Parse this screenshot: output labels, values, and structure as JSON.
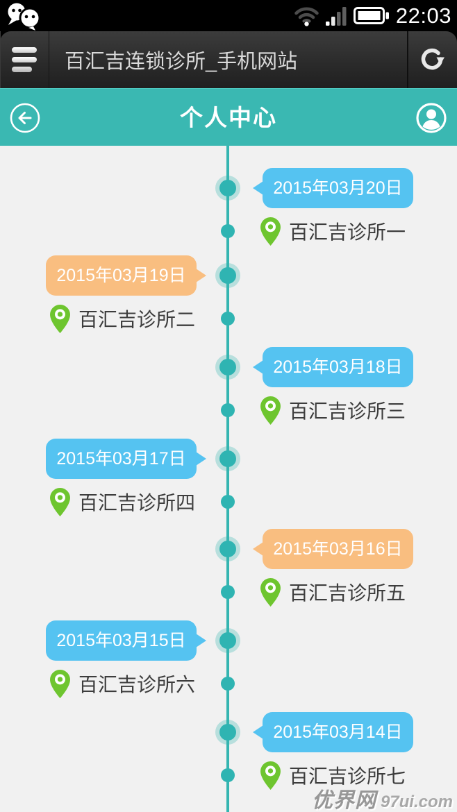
{
  "status_bar": {
    "time": "22:03",
    "icons": [
      "wechat-icon",
      "wifi-icon",
      "signal-strength-icon",
      "battery-icon"
    ]
  },
  "browser": {
    "title": "百汇吉连锁诊所_手机网站",
    "icons": [
      "menu-icon",
      "refresh-icon"
    ]
  },
  "header": {
    "title": "个人中心",
    "icons": [
      "back-icon",
      "profile-icon"
    ]
  },
  "timeline": {
    "entries": [
      {
        "date": "2015年03月20日",
        "location": "百汇吉诊所一",
        "side": "right",
        "bubble_color": "blue"
      },
      {
        "date": "2015年03月19日",
        "location": "百汇吉诊所二",
        "side": "left",
        "bubble_color": "orange"
      },
      {
        "date": "2015年03月18日",
        "location": "百汇吉诊所三",
        "side": "right",
        "bubble_color": "blue"
      },
      {
        "date": "2015年03月17日",
        "location": "百汇吉诊所四",
        "side": "left",
        "bubble_color": "blue"
      },
      {
        "date": "2015年03月16日",
        "location": "百汇吉诊所五",
        "side": "right",
        "bubble_color": "orange"
      },
      {
        "date": "2015年03月15日",
        "location": "百汇吉诊所六",
        "side": "left",
        "bubble_color": "blue"
      },
      {
        "date": "2015年03月14日",
        "location": "百汇吉诊所七",
        "side": "right",
        "bubble_color": "blue"
      }
    ]
  },
  "watermark": {
    "site_name": "优界网",
    "site_url": "97ui.com"
  },
  "colors": {
    "accent_teal": "#3ab8b2",
    "timeline_teal": "#2fb4b2",
    "bubble_blue": "#55c3f1",
    "bubble_orange": "#f9be80",
    "pin_green": "#6ec52f",
    "background": "#f1f1f1",
    "titlebar_dark": "#2b2b2b"
  }
}
